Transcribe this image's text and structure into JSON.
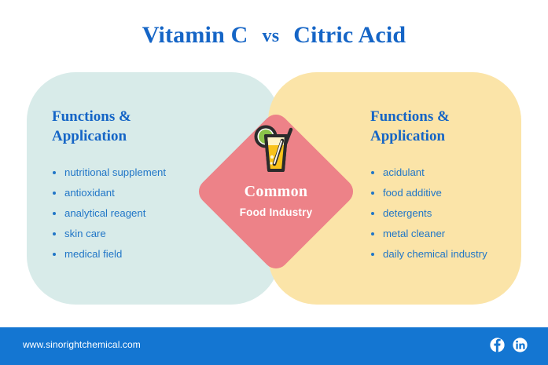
{
  "title": {
    "left_term": "Vitamin C",
    "vs": "vs",
    "right_term": "Citric Acid"
  },
  "left_panel": {
    "heading_line1": "Functions &",
    "heading_line2": "Application",
    "items": [
      "nutritional supplement",
      "antioxidant",
      "analytical reagent",
      "skin care",
      "medical field"
    ],
    "background_color": "#d8ebe9"
  },
  "right_panel": {
    "heading_line1": "Functions &",
    "heading_line2": "Application",
    "items": [
      "acidulant",
      "food additive",
      "detergents",
      "metal cleaner",
      "daily chemical industry"
    ],
    "background_color": "#fbe4a8"
  },
  "center": {
    "icon": "juice-glass-icon",
    "label": "Common",
    "sublabel": "Food Industry",
    "background_color": "#ed8288"
  },
  "footer": {
    "url": "www.sinorightchemical.com",
    "background_color": "#1476d2",
    "social": [
      {
        "name": "facebook-icon"
      },
      {
        "name": "linkedin-icon"
      }
    ]
  },
  "colors": {
    "brand_blue": "#1565c6",
    "text_blue": "#2176c7",
    "white": "#ffffff"
  }
}
